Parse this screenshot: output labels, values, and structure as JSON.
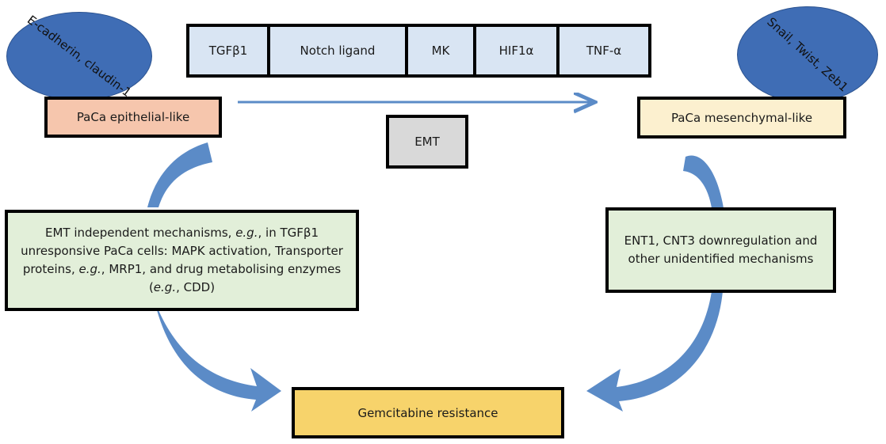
{
  "colors": {
    "ellipse": "#3f6db5",
    "arrow": "#5b8bc7",
    "factor_fill": "#d9e5f3",
    "epithelial_fill": "#f6c6ad",
    "mesenchymal_fill": "#fcf0cf",
    "mechanism_fill": "#e2efd9",
    "emt_fill": "#d9d9d9",
    "resistance_fill": "#f7d36b"
  },
  "ellipses": {
    "epithelial_markers": "E-cadherin, claudin-1",
    "mesenchymal_markers": "Snail, Twist, Zeb1"
  },
  "factors": [
    "TGFβ1",
    "Notch ligand",
    "MK",
    "HIF1α",
    "TNF-α"
  ],
  "cells": {
    "epithelial": "PaCa epithelial-like",
    "mesenchymal": "PaCa mesenchymal-like"
  },
  "emt_label": "EMT",
  "mechanisms": {
    "left_parts": {
      "line1_a": "EMT independent mechanisms, ",
      "line1_eg": "e.g.",
      "line1_b": ", in TGFβ1",
      "line2": "unresponsive PaCa cells: MAPK activation, Transporter",
      "line3_a": "proteins, ",
      "line3_eg": "e.g.",
      "line3_b": ", MRP1, and drug metabolising enzymes",
      "line4_a": "(",
      "line4_eg": "e.g.",
      "line4_b": ", CDD)"
    },
    "right_line1": "ENT1, CNT3 downregulation and",
    "right_line2": "other unidentified mechanisms"
  },
  "outcome": "Gemcitabine resistance"
}
